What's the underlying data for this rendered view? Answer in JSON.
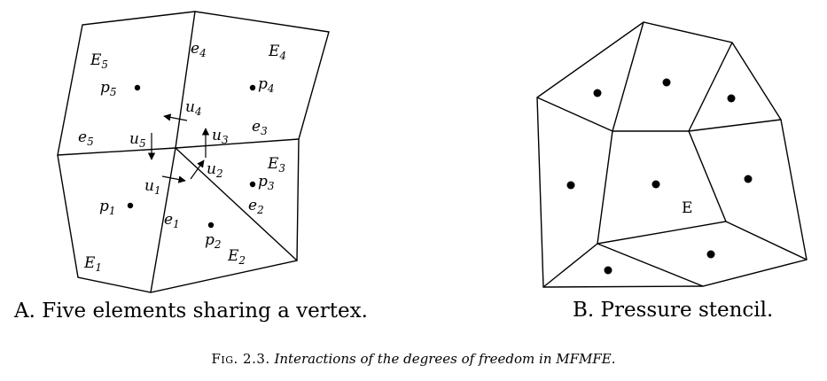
{
  "diagram_a": {
    "caption": "A. Five elements sharing a vertex.",
    "elements": [
      {
        "id": "E",
        "sub": "1"
      },
      {
        "id": "E",
        "sub": "2"
      },
      {
        "id": "E",
        "sub": "3"
      },
      {
        "id": "E",
        "sub": "4"
      },
      {
        "id": "E",
        "sub": "5"
      }
    ],
    "edges": [
      {
        "id": "e",
        "sub": "1"
      },
      {
        "id": "e",
        "sub": "2"
      },
      {
        "id": "e",
        "sub": "3"
      },
      {
        "id": "e",
        "sub": "4"
      },
      {
        "id": "e",
        "sub": "5"
      }
    ],
    "velocities": [
      {
        "id": "u",
        "sub": "1"
      },
      {
        "id": "u",
        "sub": "2"
      },
      {
        "id": "u",
        "sub": "3"
      },
      {
        "id": "u",
        "sub": "4"
      },
      {
        "id": "u",
        "sub": "5"
      }
    ],
    "pressures": [
      {
        "id": "p",
        "sub": "1"
      },
      {
        "id": "p",
        "sub": "2"
      },
      {
        "id": "p",
        "sub": "3"
      },
      {
        "id": "p",
        "sub": "4"
      },
      {
        "id": "p",
        "sub": "5"
      }
    ]
  },
  "diagram_b": {
    "caption": "B. Pressure stencil.",
    "center_label": "E"
  },
  "figure_caption": {
    "label": "Fig. 2.3.",
    "text": "Interactions of the degrees of freedom in MFMFE."
  }
}
